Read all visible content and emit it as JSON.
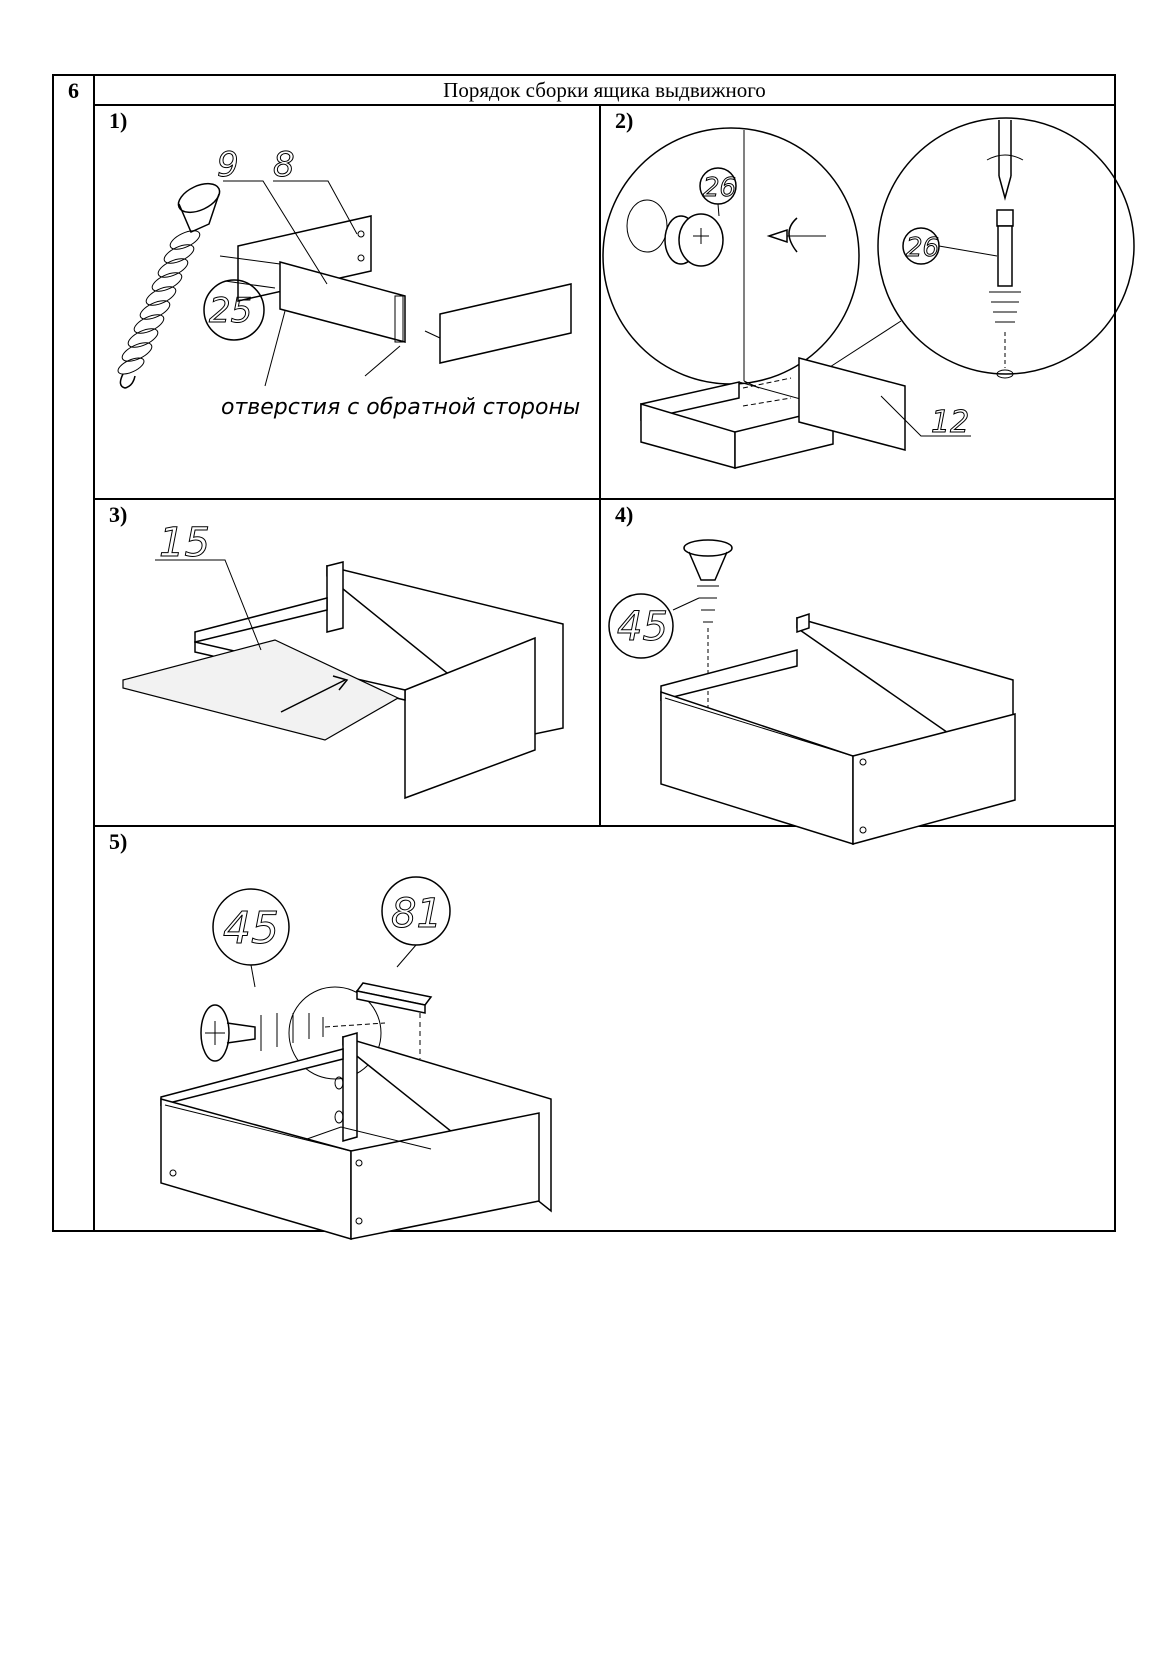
{
  "step": {
    "number": "6",
    "title": "Порядок сборки ящика выдвижного"
  },
  "panels": [
    {
      "label": "1)",
      "callouts": [
        "9",
        "8",
        "25"
      ],
      "note": "отверстия с обратной стороны"
    },
    {
      "label": "2)",
      "callouts": [
        "26",
        "26",
        "12"
      ]
    },
    {
      "label": "3)",
      "callouts": [
        "15"
      ]
    },
    {
      "label": "4)",
      "callouts": [
        "45"
      ]
    },
    {
      "label": "5)",
      "callouts": [
        "45",
        "81"
      ]
    }
  ]
}
